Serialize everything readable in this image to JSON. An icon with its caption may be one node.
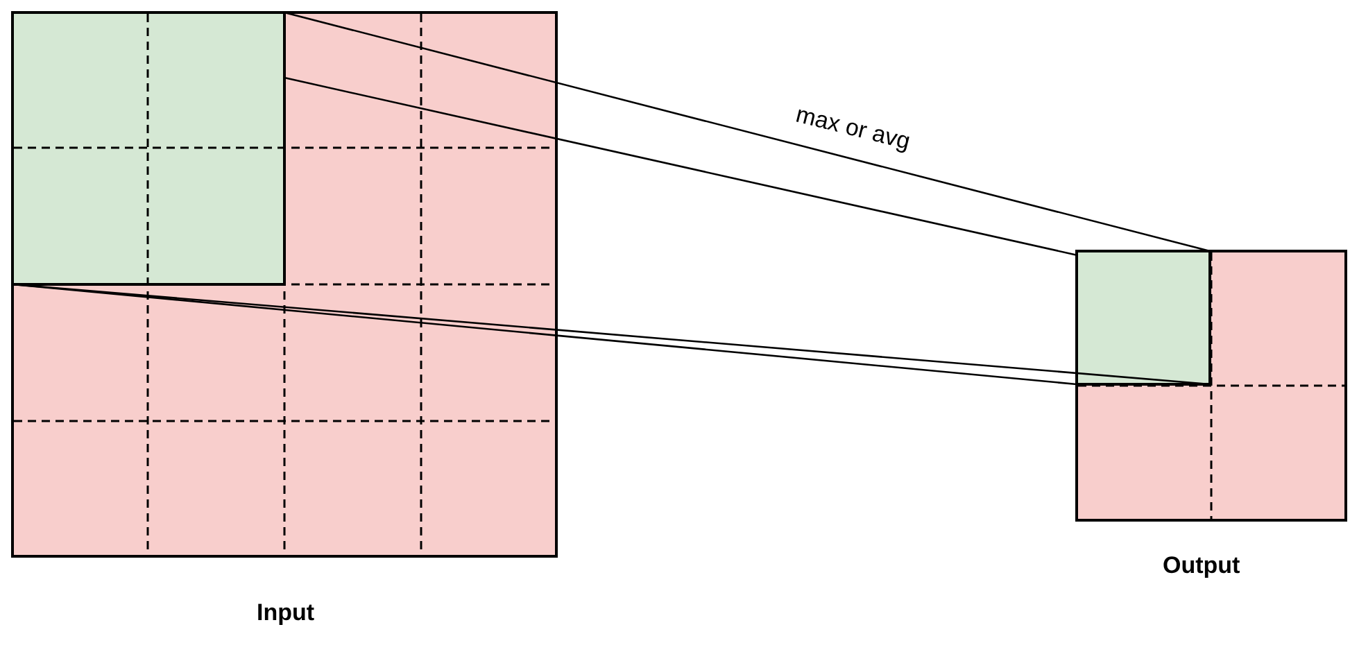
{
  "diagram": {
    "nodes": [
      {
        "text": [
          "Input"
        ]
      },
      {
        "text": [],
        "shape": "box",
        "in": 0
      },
      {
        "text": [
          "Output"
        ]
      },
      {
        "text": [],
        "shape": "box",
        "in": 2
      }
    ],
    "edges": [
      {
        "from": 1,
        "to": 3,
        "arrow": "none",
        "label": "max or avg"
      },
      {
        "from": 1,
        "to": 3,
        "arrow": "none"
      },
      {
        "from": 1,
        "to": 3,
        "arrow": "none"
      },
      {
        "from": 1,
        "to": 3,
        "arrow": "none"
      }
    ]
  }
}
